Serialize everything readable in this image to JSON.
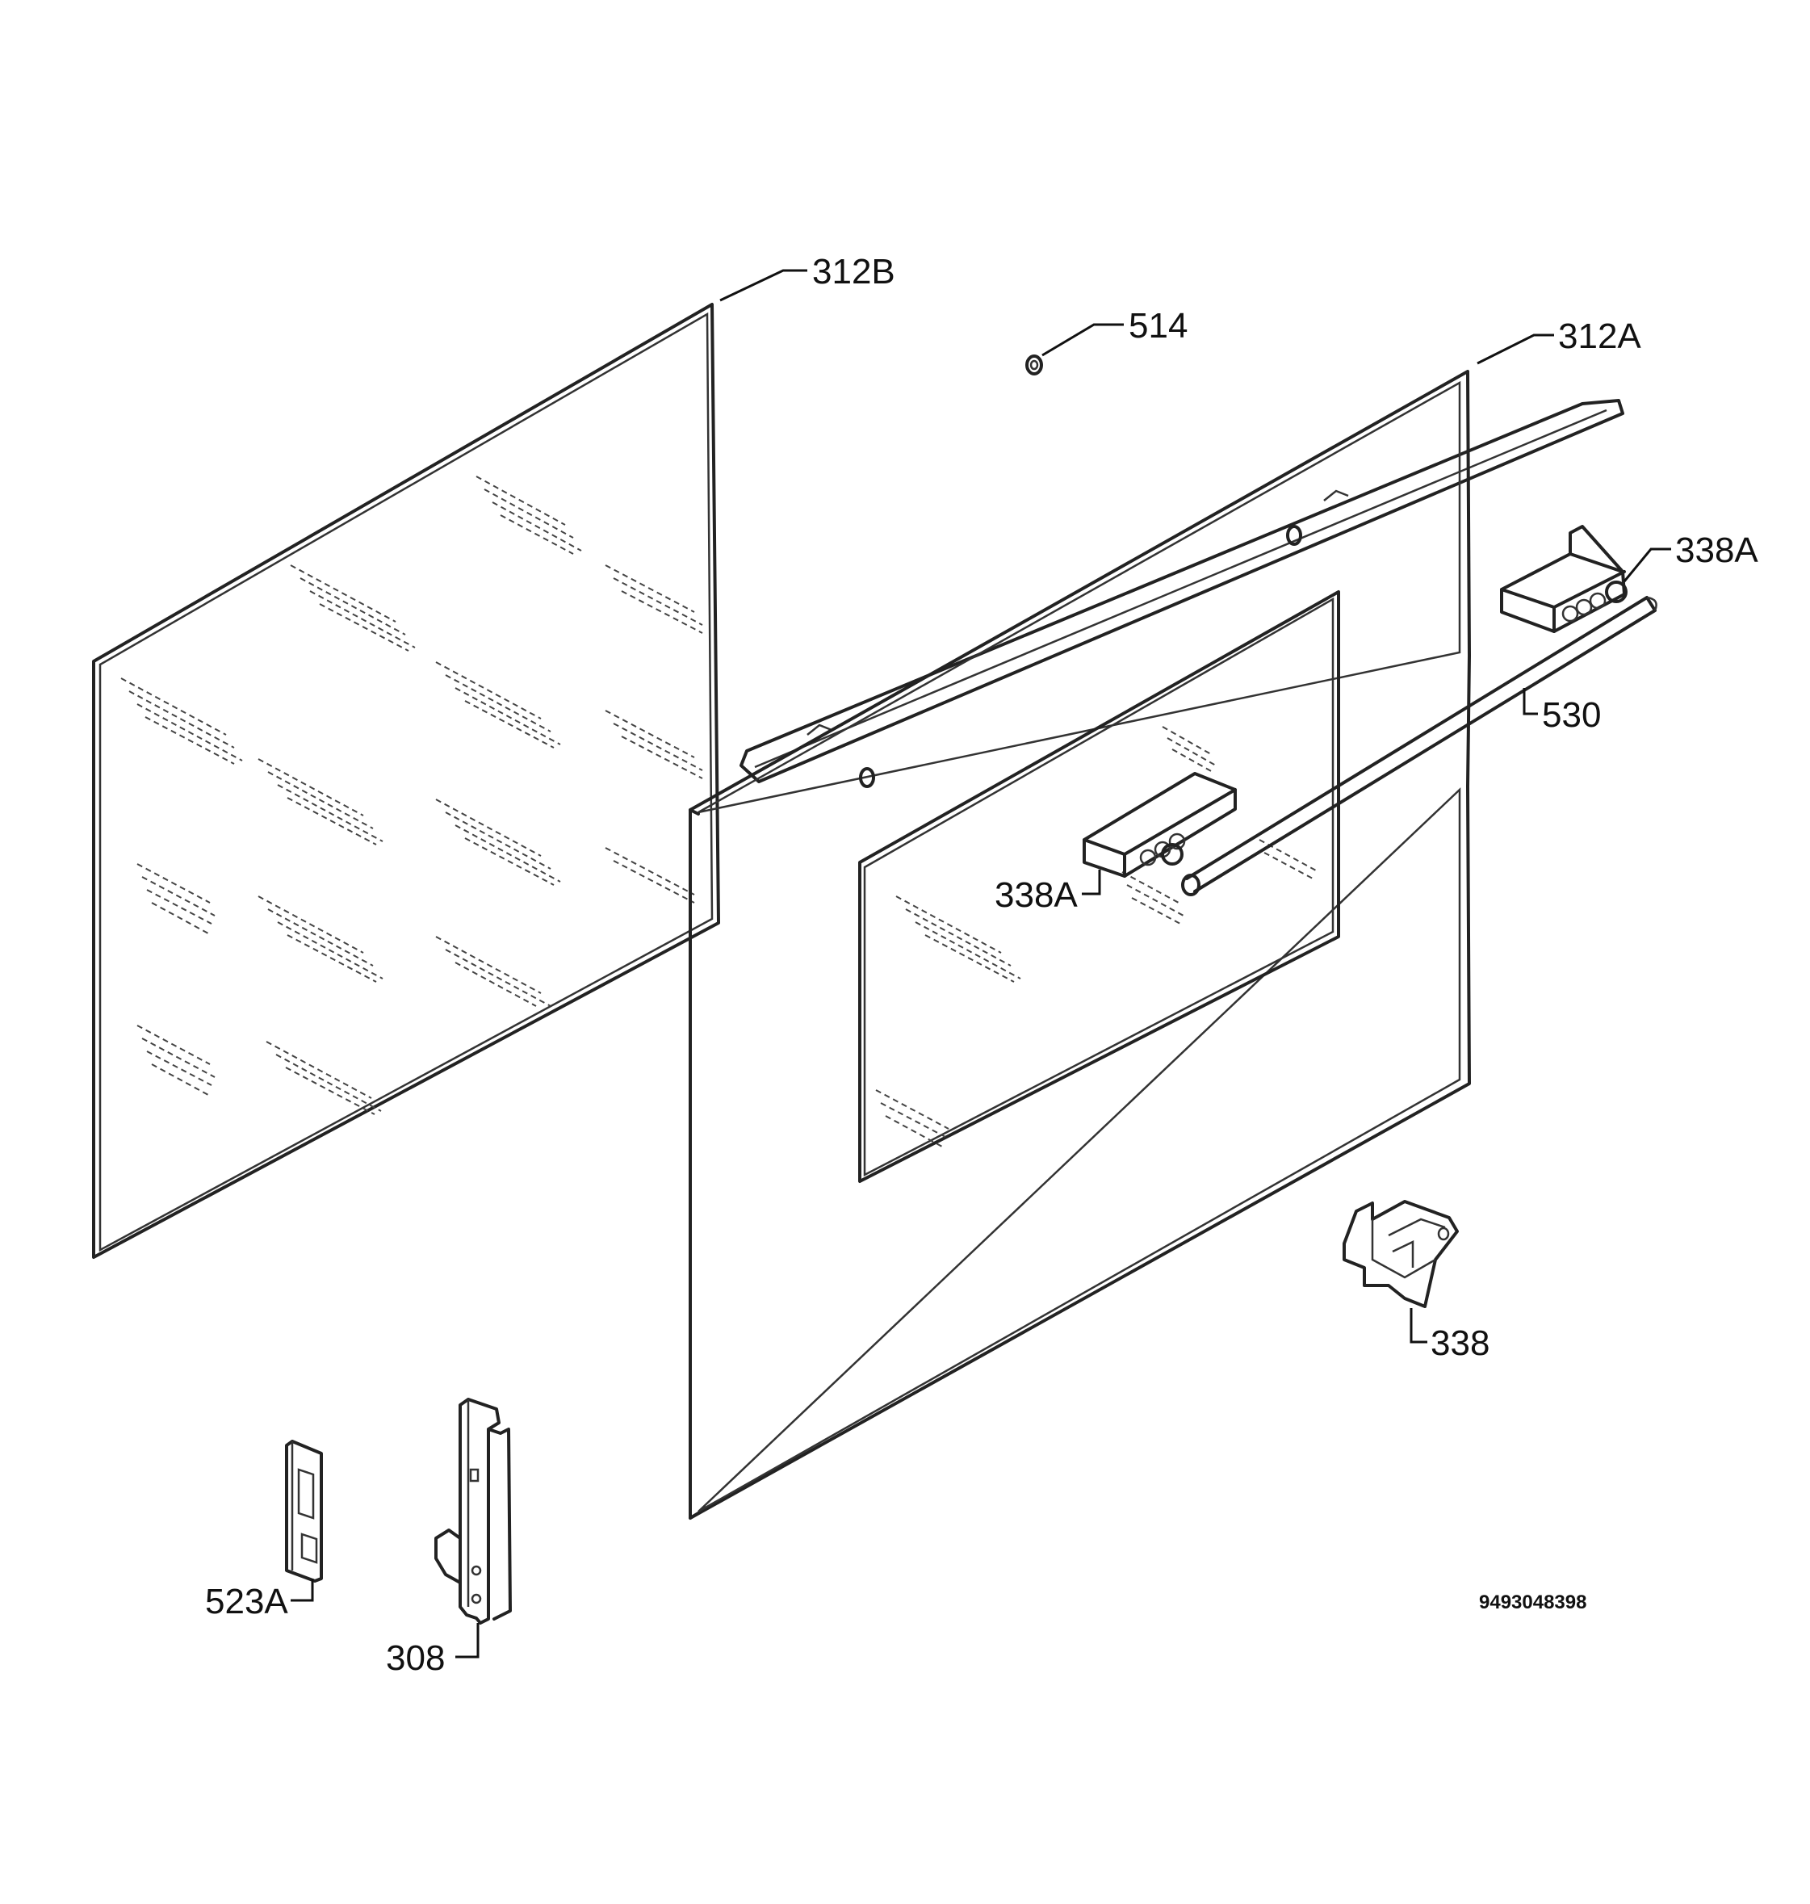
{
  "callouts": {
    "glass_inner": "312B",
    "glass_outer": "312A",
    "screw": "514",
    "bracket_top": "338A",
    "bracket_left": "338A",
    "rod": "530",
    "hinge_bracket": "338",
    "cover": "523A",
    "hinge": "308"
  },
  "document_number": "9493048398"
}
